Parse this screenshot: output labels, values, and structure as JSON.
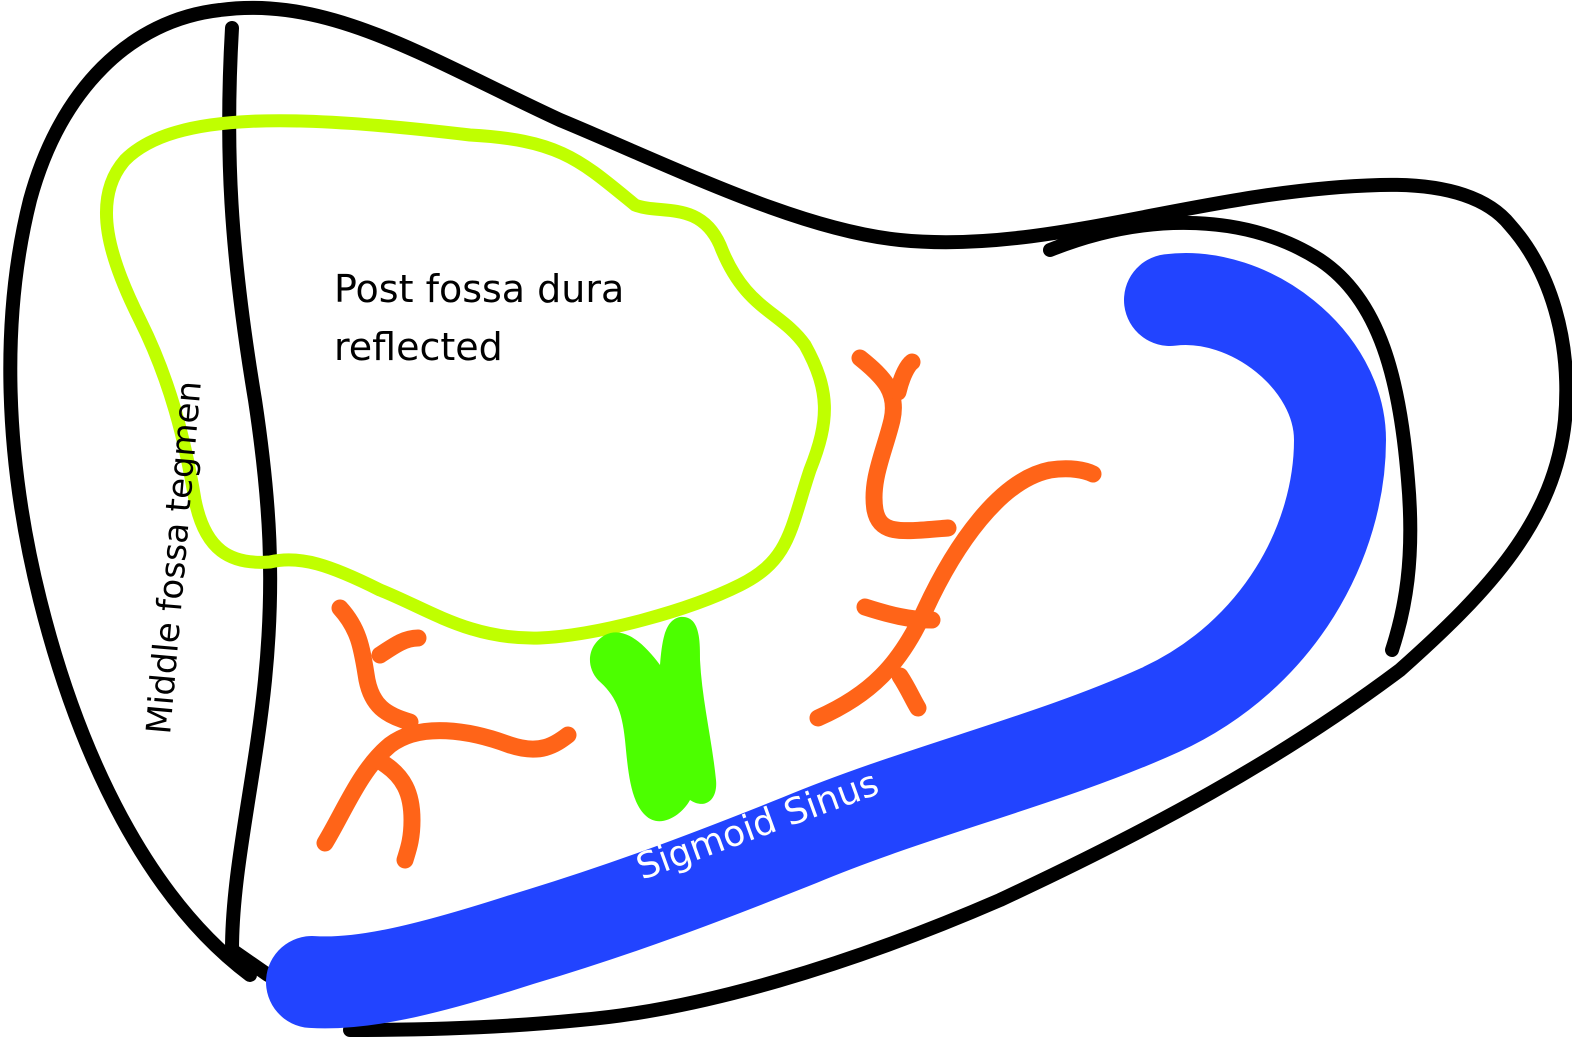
{
  "labels": {
    "dura": [
      "Post fossa dura",
      "reflected"
    ],
    "tegmen": "Middle fossa tegmen",
    "sinus": "Sigmoid Sinus"
  },
  "colors": {
    "outline": "#000000",
    "dura": "#c0ff00",
    "vessel": "#ff6418",
    "nerve": "#4cff00",
    "sinus": "#2244ff",
    "sinus_label": "#ffffff",
    "text": "#000000"
  }
}
